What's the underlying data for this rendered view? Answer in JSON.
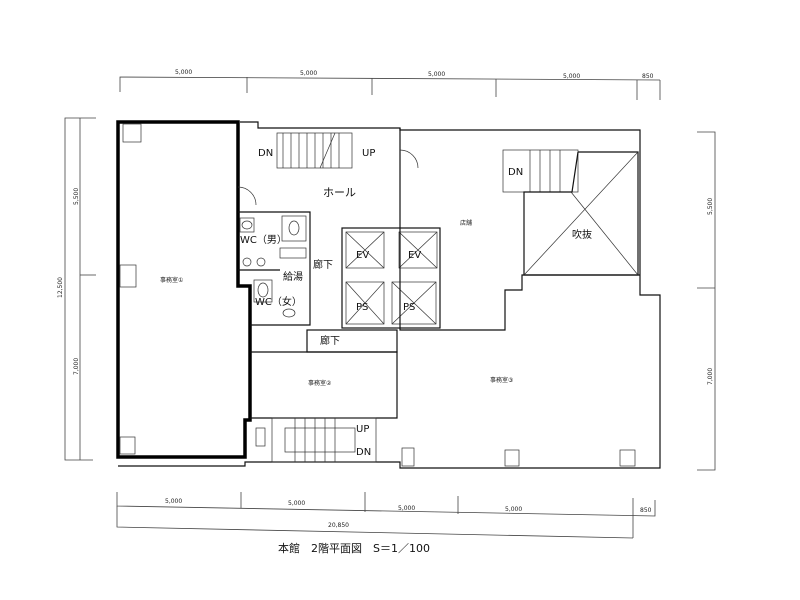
{
  "title": "本館　2階平面図　S＝1／100",
  "dimensions": {
    "top": [
      "5,000",
      "5,000",
      "5,000",
      "5,000",
      "850"
    ],
    "bottom": [
      "5,000",
      "5,000",
      "5,000",
      "5,000",
      "850"
    ],
    "bottom_total": "20,850",
    "left": [
      "5,500",
      "7,000"
    ],
    "left_total": "12,500",
    "right": [
      "5,500",
      "7,000"
    ]
  },
  "rooms": {
    "office1": "事務室①",
    "office2": "事務室②",
    "office3": "事務室③",
    "store": "店舗",
    "void": "吹抜",
    "hall": "ホール",
    "corridor1": "廊下",
    "corridor2": "廊下",
    "kitchenette": "給湯",
    "wc_men": "WC（男）",
    "wc_women": "WC（女）",
    "ev1": "EV",
    "ev2": "EV",
    "ps1": "PS",
    "ps2": "PS"
  },
  "stairs": {
    "top_dn": "DN",
    "top_up": "UP",
    "right_dn": "DN",
    "bottom_up": "UP",
    "bottom_dn": "DN"
  }
}
